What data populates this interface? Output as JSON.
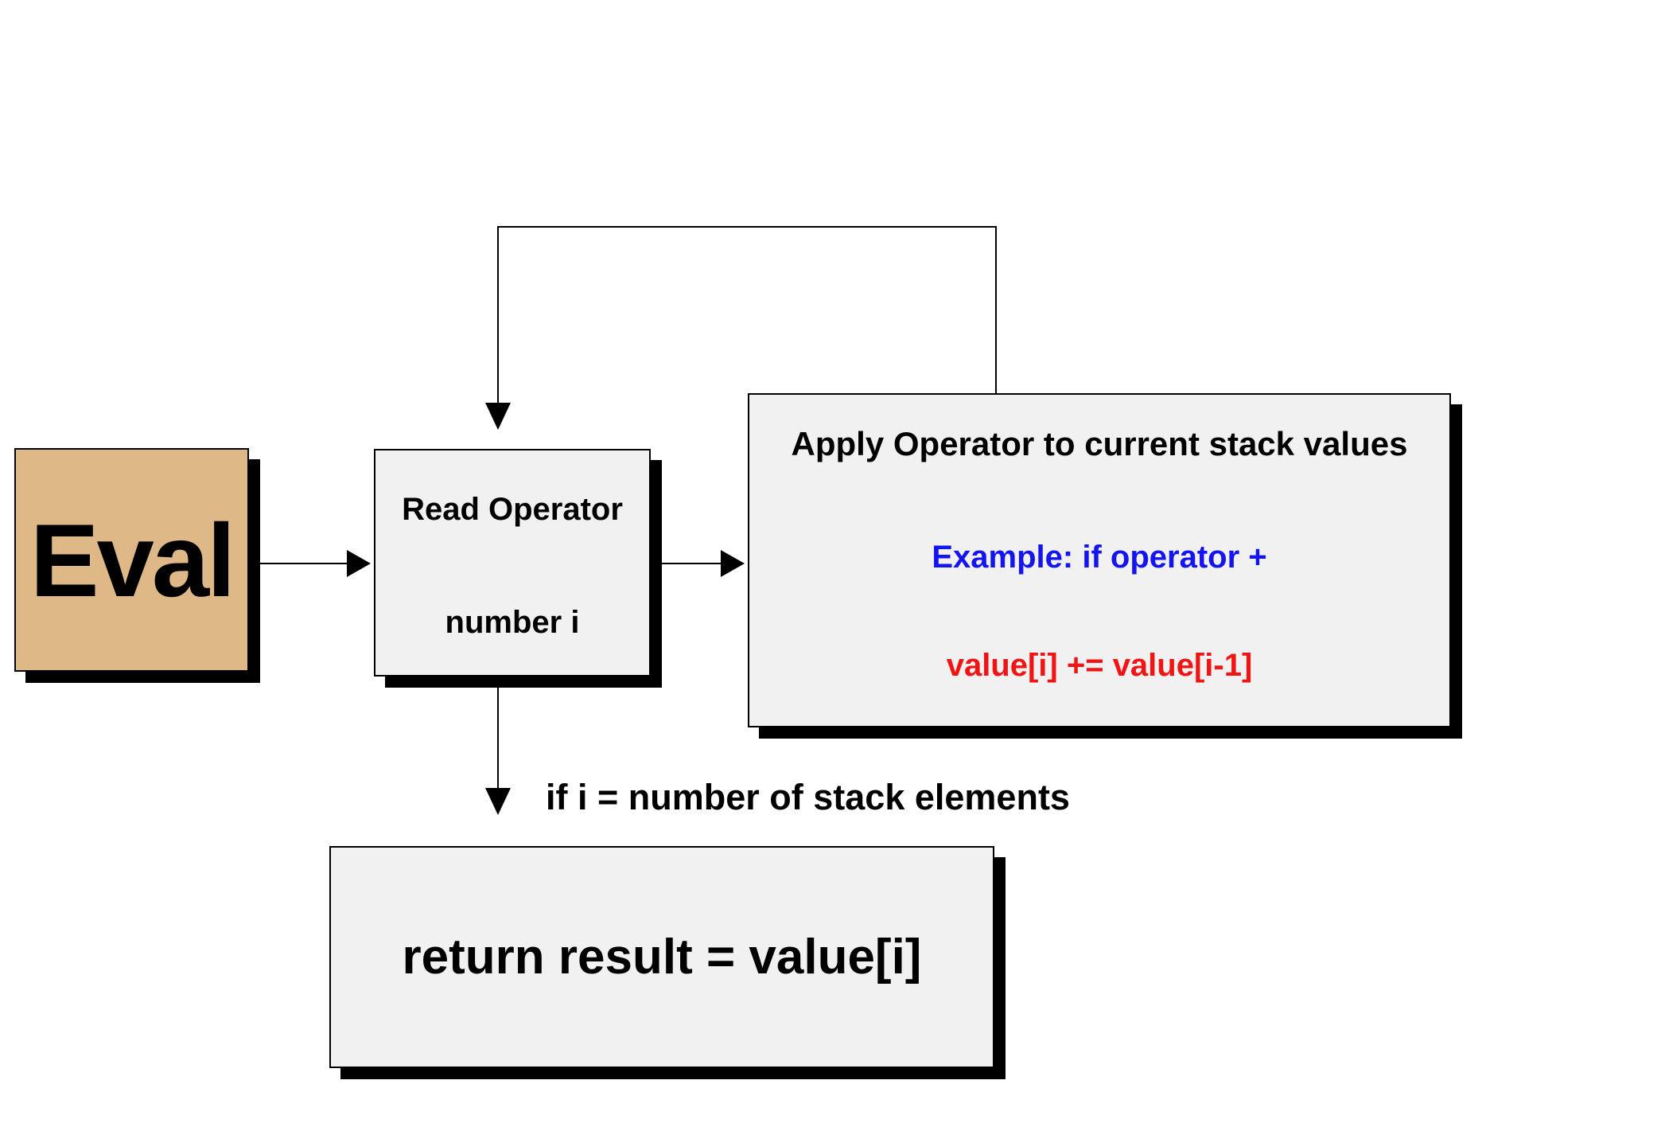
{
  "colors": {
    "background": "#ffffff",
    "start_box_fill": "#deb887",
    "process_box_fill": "#f1f1f1",
    "border": "#000000",
    "shadow": "#000000",
    "text": "#000000",
    "example_text": "#1414f0",
    "code_text": "#f01414"
  },
  "nodes": {
    "start": {
      "label": "Eval"
    },
    "read_operator": {
      "line1": "Read Operator",
      "line2": "number i"
    },
    "apply_operator": {
      "title": "Apply Operator to current stack values",
      "example": "Example: if operator +",
      "code": "value[i] += value[i-1]"
    },
    "return_result": {
      "label": "return result = value[i]"
    }
  },
  "edges": {
    "condition_label": "if i = number of stack elements"
  }
}
